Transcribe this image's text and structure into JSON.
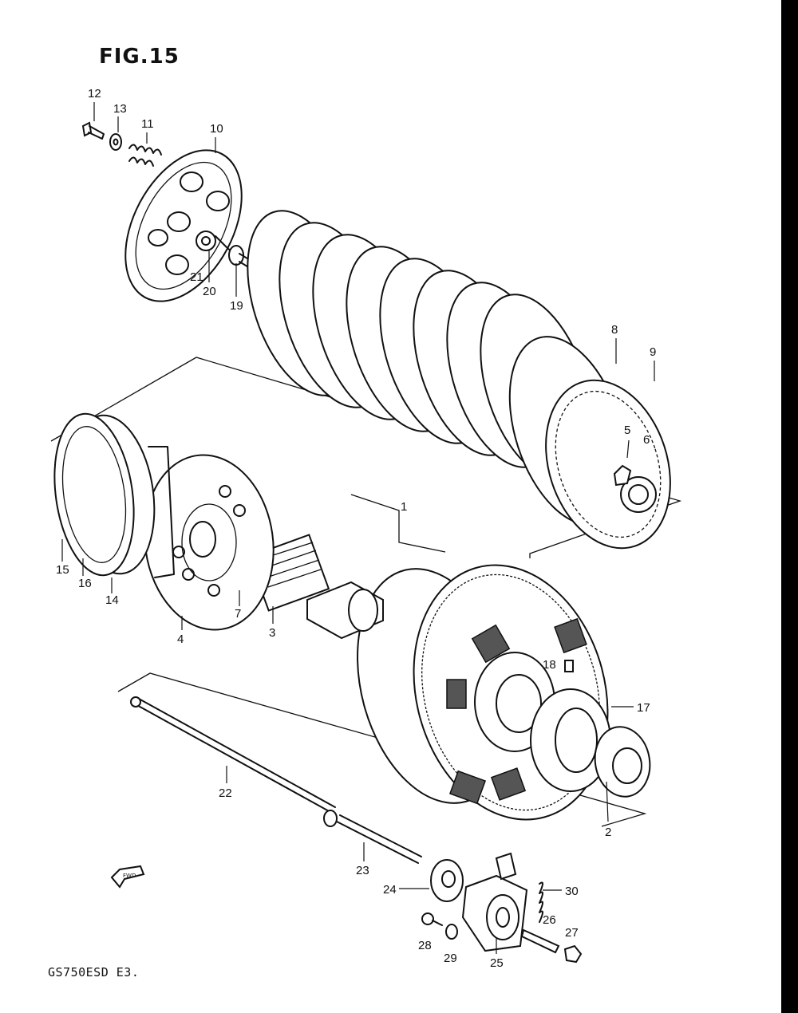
{
  "figure": {
    "title": "FIG.15",
    "model": "GS750ESD E3."
  },
  "direction_tag": "FWD",
  "callouts": [
    {
      "id": "c1",
      "label": "1"
    },
    {
      "id": "c2",
      "label": "2"
    },
    {
      "id": "c3",
      "label": "3"
    },
    {
      "id": "c4",
      "label": "4"
    },
    {
      "id": "c5",
      "label": "5"
    },
    {
      "id": "c6",
      "label": "6"
    },
    {
      "id": "c7",
      "label": "7"
    },
    {
      "id": "c8",
      "label": "8"
    },
    {
      "id": "c9",
      "label": "9"
    },
    {
      "id": "c10",
      "label": "10"
    },
    {
      "id": "c11",
      "label": "11"
    },
    {
      "id": "c12",
      "label": "12"
    },
    {
      "id": "c13",
      "label": "13"
    },
    {
      "id": "c14",
      "label": "14"
    },
    {
      "id": "c15",
      "label": "15"
    },
    {
      "id": "c16",
      "label": "16"
    },
    {
      "id": "c17",
      "label": "17"
    },
    {
      "id": "c18",
      "label": "18"
    },
    {
      "id": "c19",
      "label": "19"
    },
    {
      "id": "c20",
      "label": "20"
    },
    {
      "id": "c21",
      "label": "21"
    },
    {
      "id": "c22",
      "label": "22"
    },
    {
      "id": "c23",
      "label": "23"
    },
    {
      "id": "c24",
      "label": "24"
    },
    {
      "id": "c25",
      "label": "25"
    },
    {
      "id": "c26",
      "label": "26"
    },
    {
      "id": "c27",
      "label": "27"
    },
    {
      "id": "c28",
      "label": "28"
    },
    {
      "id": "c29",
      "label": "29"
    },
    {
      "id": "c30",
      "label": "30"
    }
  ]
}
